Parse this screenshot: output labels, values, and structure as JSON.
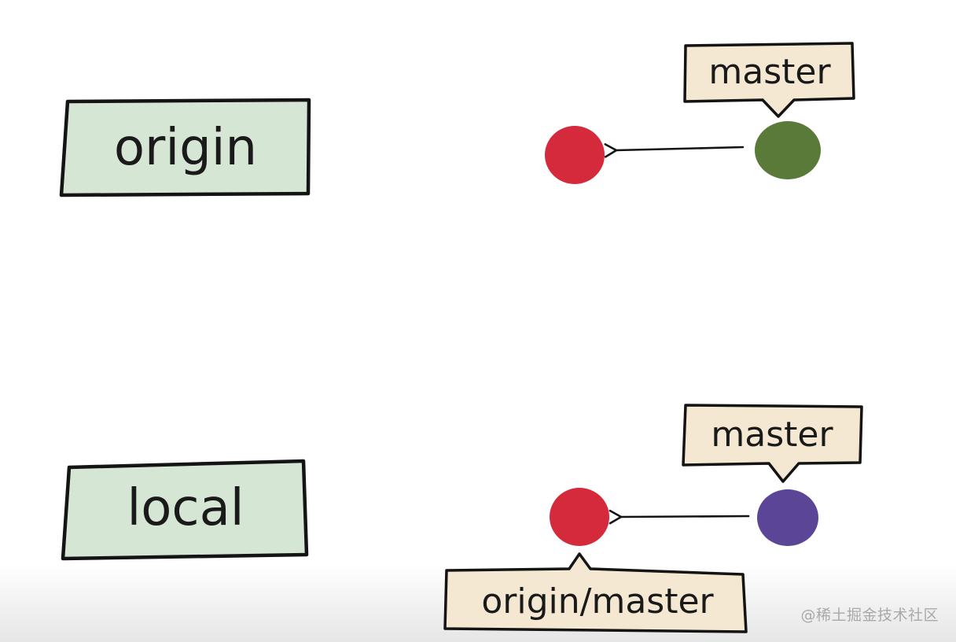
{
  "colors": {
    "box_fill": "#d6e6d5",
    "tag_fill": "#f5e8d2",
    "outline": "#141414",
    "commit_red": "#d42a3c",
    "commit_green": "#5a7a3a",
    "commit_purple": "#5b4596"
  },
  "remote": {
    "label": "origin",
    "commit_older": {
      "color": "commit_red"
    },
    "commit_newer": {
      "color": "commit_green"
    },
    "branch_tag": "master"
  },
  "local": {
    "label": "local",
    "commit_older": {
      "color": "commit_red"
    },
    "commit_newer": {
      "color": "commit_purple"
    },
    "branch_tag": "master",
    "tracking_tag": "origin/master"
  },
  "watermark": "@稀土掘金技术社区"
}
